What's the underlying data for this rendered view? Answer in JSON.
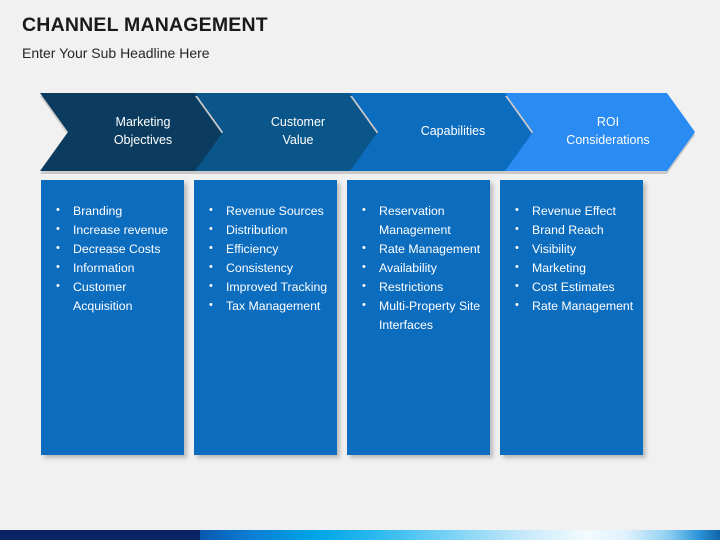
{
  "header": {
    "title": "CHANNEL MANAGEMENT",
    "subtitle": "Enter Your Sub Headline Here"
  },
  "colors": {
    "background": "#f1f1f1",
    "chevron_1": "#0b3c5f",
    "chevron_2": "#0a5589",
    "chevron_3": "#0c6cbe",
    "chevron_4": "#2a8bf2",
    "panel": "#0c6cbe",
    "bar_navy": "#0b2265",
    "text_light": "#ffffff",
    "title_text": "#1a1a1a"
  },
  "stages": [
    {
      "label": "Marketing\nObjectives",
      "color": "#0b3c5f",
      "bullets": [
        "Branding",
        "Increase revenue",
        "Decrease Costs",
        "Information",
        "Customer Acquisition"
      ]
    },
    {
      "label": "Customer\nValue",
      "color": "#0a5589",
      "bullets": [
        "Revenue Sources",
        "Distribution",
        "Efficiency",
        "Consistency",
        "Improved Tracking",
        "Tax Management"
      ]
    },
    {
      "label": "Capabilities",
      "color": "#0c6cbe",
      "bullets": [
        "Reservation Management",
        "Rate Management",
        "Availability",
        "Restrictions",
        "Multi-Property Site Interfaces"
      ]
    },
    {
      "label": "ROI\nConsiderations",
      "color": "#2a8bf2",
      "bullets": [
        "Revenue Effect",
        "Brand Reach",
        "Visibility",
        "Marketing",
        "Cost Estimates",
        "Rate Management"
      ]
    }
  ]
}
